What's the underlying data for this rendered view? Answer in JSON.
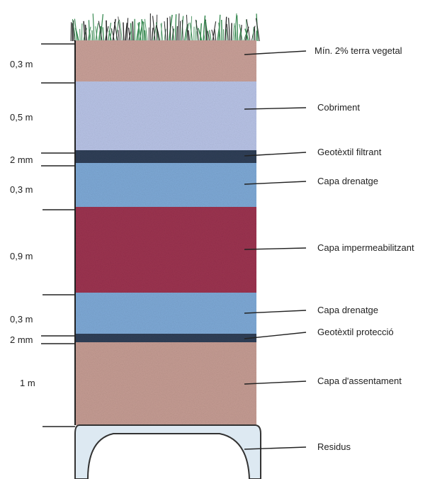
{
  "layers": [
    {
      "id": "topsoil",
      "label": "Mín. 2% terra vegetal",
      "thickness": "0,3 m",
      "color": "#c9a098"
    },
    {
      "id": "cover",
      "label": "Cobriment",
      "thickness": "0,5 m",
      "color": "#b8c3e6"
    },
    {
      "id": "geo-filter",
      "label": "Geotèxtil filtrant",
      "thickness": "2 mm",
      "color": "#2f3f57"
    },
    {
      "id": "drain-1",
      "label": "Capa drenatge",
      "thickness": "0,3 m",
      "color": "#7ea9d6"
    },
    {
      "id": "waterproof",
      "label": "Capa impermeabilitzant",
      "thickness": "0,9 m",
      "color": "#9c3350"
    },
    {
      "id": "drain-2",
      "label": "Capa drenatge",
      "thickness": "0,3 m",
      "color": "#7ea9d6"
    },
    {
      "id": "geo-protect",
      "label": "Geotèxtil protecció",
      "thickness": "2 mm",
      "color": "#2f3f57"
    },
    {
      "id": "bedding",
      "label": "Capa d'assentament",
      "thickness": "1 m",
      "color": "#c59c93"
    },
    {
      "id": "waste",
      "label": "Residus",
      "thickness": "",
      "color": "#dde9f2"
    }
  ],
  "grass_color": "#3c8c55"
}
